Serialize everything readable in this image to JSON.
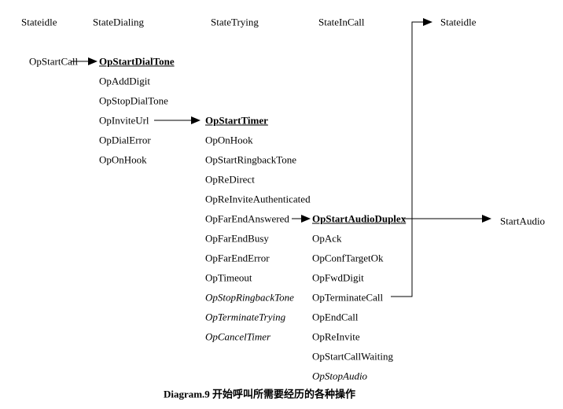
{
  "headers": {
    "stateidle": "Stateidle",
    "statedialing": "StateDialing",
    "statetrying": "StateTrying",
    "stateincall": "StateInCall",
    "stateidle_return": "Stateidle"
  },
  "idle_column": {
    "op_startcall": "OpStartCall"
  },
  "dialing_column": {
    "entry_action": "OpStartDialTone",
    "ops": [
      "OpAddDigit",
      "OpStopDialTone",
      "OpInviteUrl",
      "OpDialError",
      "OpOnHook"
    ]
  },
  "trying_column": {
    "entry_action": "OpStartTimer",
    "ops": [
      "OpOnHook",
      "OpStartRingbackTone",
      "OpReDirect",
      "OpReInviteAuthenticated",
      "OpFarEndAnswered",
      "OpFarEndBusy",
      "OpFarEndError",
      "OpTimeout"
    ],
    "exit_ops": [
      "OpStopRingbackTone",
      "OpTerminateTrying",
      "OpCancelTimer"
    ]
  },
  "incall_column": {
    "entry_action": "OpStartAudioDuplex",
    "ops": [
      "OpAck",
      "OpConfTargetOk",
      "OpFwdDigit",
      "OpTerminateCall",
      "OpEndCall",
      "OpReInvite",
      "OpStartCallWaiting"
    ],
    "exit_ops": [
      "OpStopAudio"
    ]
  },
  "start_audio_label": "StartAudio",
  "caption": "Diagram.9 开始呼叫所需要经历的各种操作",
  "colors": {
    "ink": "#000000",
    "background": "#ffffff"
  }
}
